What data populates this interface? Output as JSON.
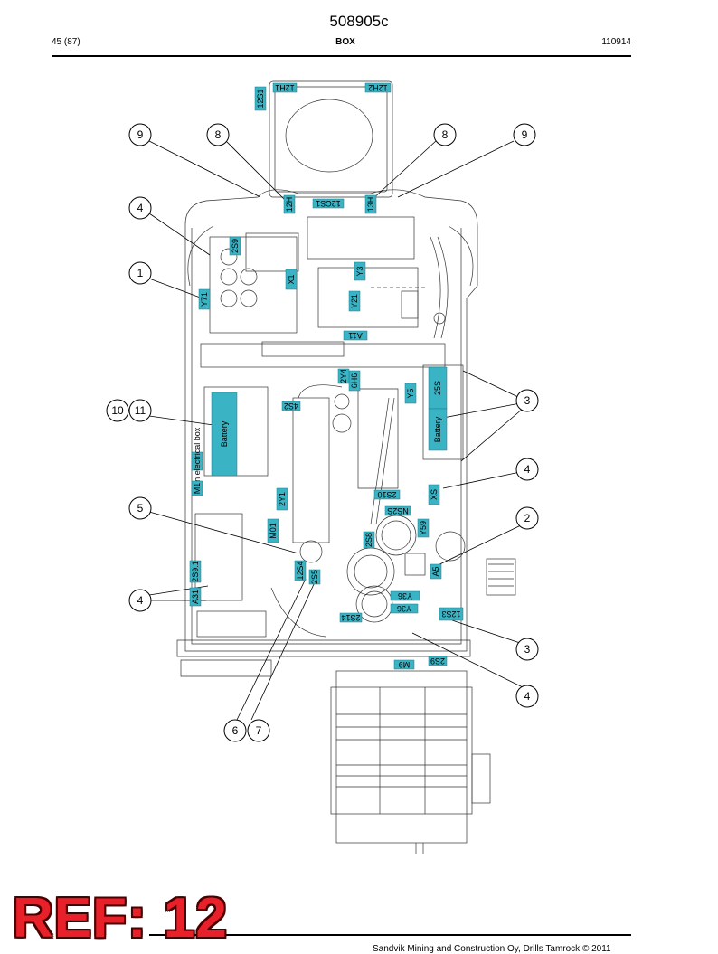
{
  "header": {
    "title": "508905c",
    "page": "45 (87)",
    "section": "BOX",
    "date_code": "110914"
  },
  "footer": {
    "text": "Sandvik Mining and Construction Oy, Drills Tamrock © 2011",
    "stamp": "REF: 12"
  },
  "callouts": [
    "9",
    "8",
    "8",
    "9",
    "4",
    "1",
    "10",
    "11",
    "3",
    "4",
    "2",
    "5",
    "4",
    "3",
    "4",
    "6",
    "7"
  ],
  "component_tags": [
    "12S1",
    "12H1",
    "12H2",
    "12H",
    "12CS1",
    "13H",
    "2S9",
    "Y3",
    "X1",
    "Y21",
    "Y71",
    "A11",
    "6H6",
    "Y5",
    "4S2",
    "25S",
    "Battery",
    "Battery",
    "Main electrical box",
    "M1",
    "XS",
    "2S10",
    "NS2S",
    "Y59",
    "2Y1",
    "M01",
    "2S8",
    "12S4",
    "A5",
    "Y36",
    "Y36",
    "12S3",
    "2S9.1",
    "A31",
    "2S14",
    "M9",
    "2S9",
    "2S5",
    "2Y4"
  ],
  "colors": {
    "tag_fill": "#3ab3c4",
    "stamp_red": "#e8202a"
  }
}
